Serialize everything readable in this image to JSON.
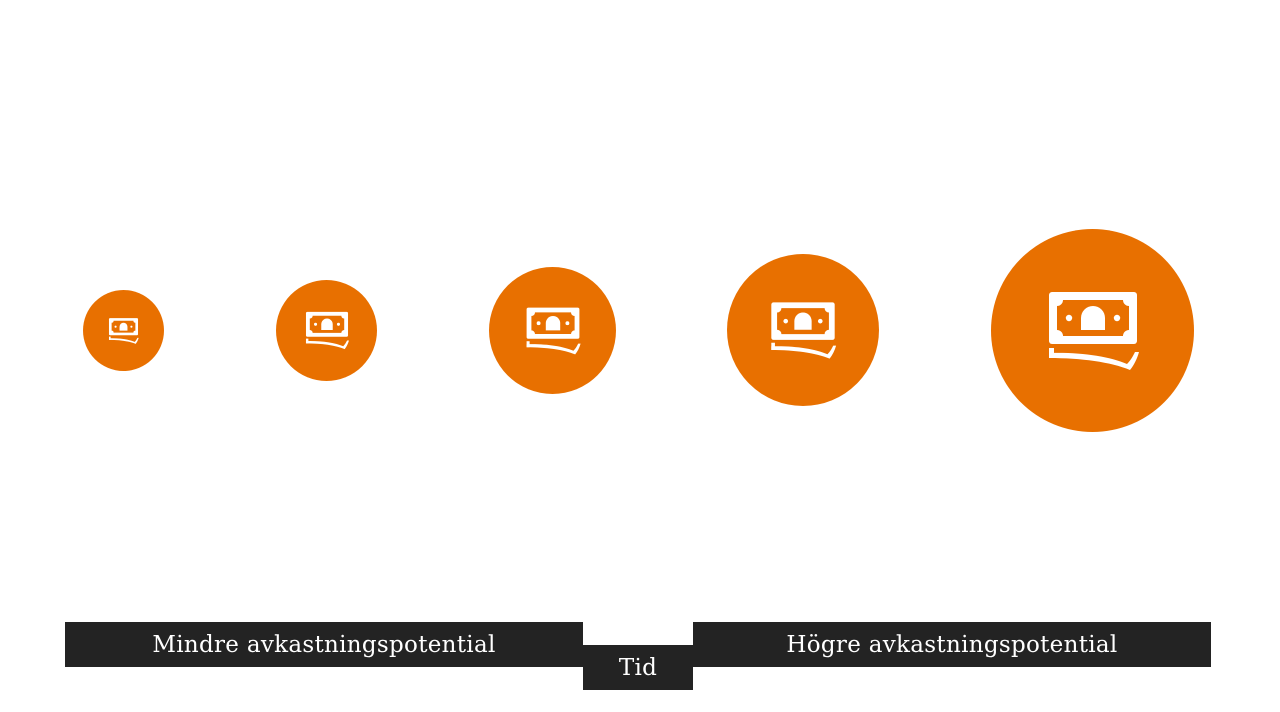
{
  "colors": {
    "circle": "#E87000",
    "icon": "#ffffff",
    "bar": "#232323"
  },
  "icon_name": "money-bill-icon",
  "scale": {
    "left_label": "Mindre avkastningspotential",
    "center_label": "Tid",
    "right_label": "Högre avkastningspotential"
  },
  "steps": [
    {
      "level": 1
    },
    {
      "level": 2
    },
    {
      "level": 3
    },
    {
      "level": 4
    },
    {
      "level": 5
    }
  ]
}
